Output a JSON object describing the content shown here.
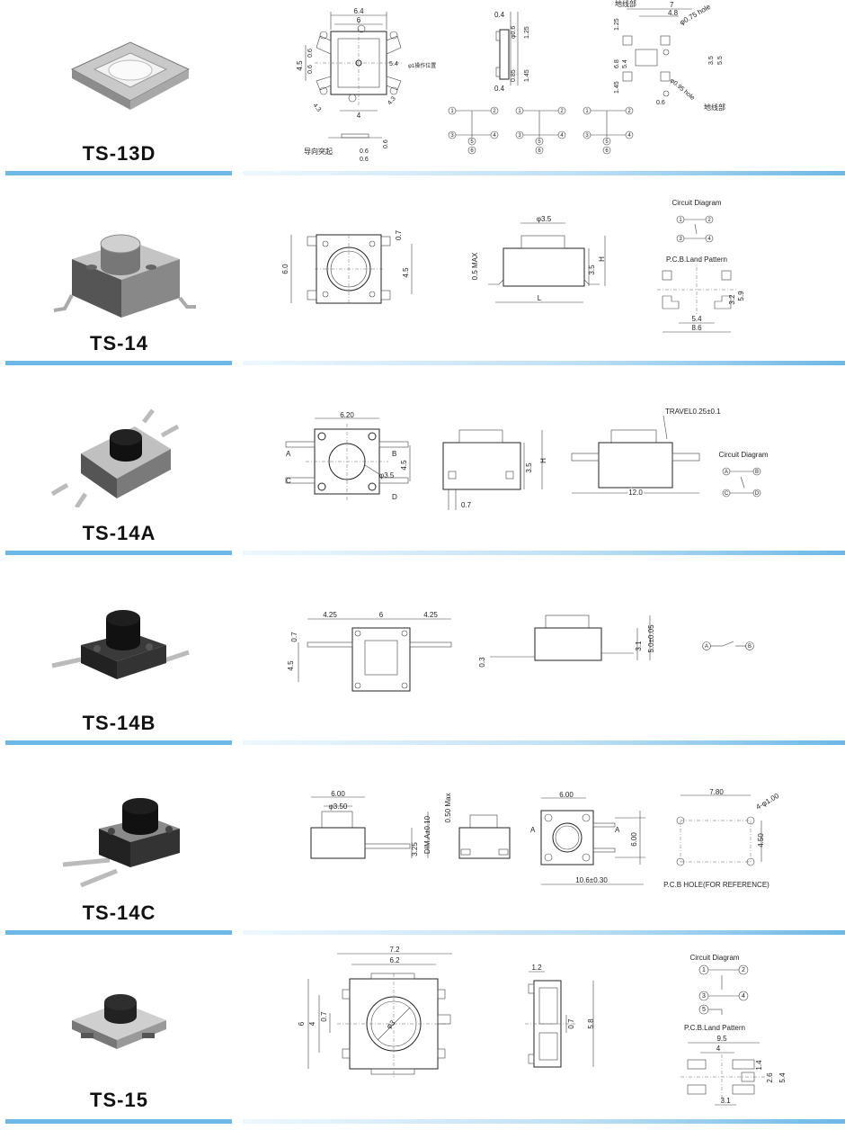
{
  "rows": [
    {
      "model": "TS-13D",
      "dims": {
        "d64": "6.4",
        "d6": "6",
        "d4": "4",
        "d45": "4.5",
        "d06": "0.6",
        "d43": "4.3",
        "d54": "5.4",
        "d04": "0.4",
        "d125": "1.25",
        "d085": "0.85",
        "d145": "1.45",
        "d7": "7",
        "d48": "4.8",
        "d68": "6.8",
        "d35": "3.5",
        "d55": "5.5",
        "d075": "0.75",
        "d095": "0.95"
      },
      "labels": {
        "guide": "导向突起",
        "ground1": "地线部",
        "ground2": "地线部",
        "hole1": "φ0.75 hole",
        "hole2": "φ0.95 hole",
        "operate": "φ1操作位置",
        "phi06": "φ0.6"
      },
      "pins": [
        "1",
        "2",
        "3",
        "4",
        "5",
        "6"
      ]
    },
    {
      "model": "TS-14",
      "dims": {
        "d60": "6.0",
        "d07": "0.7",
        "d45": "4.5",
        "phi35": "φ3.5",
        "d05max": "0.5 MAX",
        "d35": "3.5",
        "H": "H",
        "L": "L",
        "d54": "5.4",
        "d86": "8.6",
        "d32": "3.2",
        "d59": "5.9"
      },
      "labels": {
        "circuit": "Circuit Diagram",
        "pcb": "P.C.B.Land Pattern"
      },
      "pins": [
        "1",
        "2",
        "3",
        "4"
      ]
    },
    {
      "model": "TS-14A",
      "dims": {
        "d620": "6.20",
        "d45": "4.5",
        "phi35": "φ3.5",
        "d35": "3.5",
        "H": "H",
        "d07": "0.7",
        "d120": "12.0",
        "travel": "TRAVEL0.25±0.1"
      },
      "labels": {
        "circuit": "Circuit Diagram",
        "A": "A",
        "B": "B",
        "C": "C",
        "D": "D"
      },
      "pins": [
        "A",
        "B",
        "C",
        "D"
      ]
    },
    {
      "model": "TS-14B",
      "dims": {
        "d425a": "4.25",
        "d6": "6",
        "d425b": "4.25",
        "d07": "0.7",
        "d45": "4.5",
        "d03": "0.3",
        "d31": "3.1",
        "d50": "5.0±0.05"
      },
      "labels": {
        "A": "A",
        "B": "B"
      }
    },
    {
      "model": "TS-14C",
      "dims": {
        "d600": "6.00",
        "phi350": "φ3.50",
        "d325": "3.25",
        "dima": "DIM.A±0.10",
        "d050max": "0.50 Max",
        "d600b": "6.00",
        "d600c": "6.00",
        "d106": "10.6±0.30",
        "d780": "7.80",
        "d450": "4.50",
        "hole": "4-φ1.00"
      },
      "labels": {
        "A1": "A",
        "A2": "A",
        "pcb": "P.C.B HOLE(FOR REFERENCE)"
      }
    },
    {
      "model": "TS-15",
      "dims": {
        "d72": "7.2",
        "d62": "6.2",
        "d6": "6",
        "d4": "4",
        "d07": "0.7",
        "phi3": "φ3",
        "d12": "1.2",
        "d07b": "0.7",
        "d58": "5.8",
        "d95": "9.5",
        "d4b": "4",
        "d14": "1.4",
        "d26": "2.6",
        "d54": "5.4",
        "d31": "3.1"
      },
      "labels": {
        "circuit": "Circuit Diagram",
        "pcb": "P.C.B.Land Pattern"
      },
      "pins": [
        "1",
        "2",
        "3",
        "4",
        "5"
      ]
    }
  ]
}
